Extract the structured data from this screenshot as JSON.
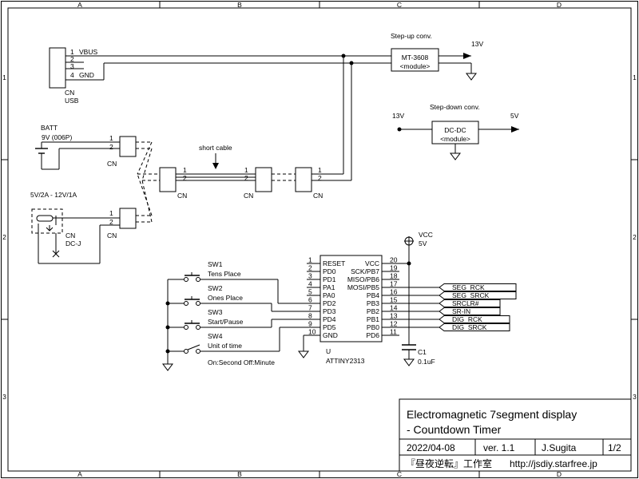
{
  "frame": {
    "top_cols": [
      "A",
      "B",
      "C",
      "D"
    ],
    "bottom_cols": [
      "A",
      "B",
      "C",
      "D"
    ],
    "left_rows": [
      "1",
      "2",
      "3"
    ],
    "right_rows": [
      "1",
      "2",
      "3"
    ]
  },
  "usb": {
    "pins": [
      "1",
      "2",
      "3",
      "4"
    ],
    "pin_labels": [
      "VBUS",
      "GND"
    ],
    "ref": "CN",
    "name": "USB"
  },
  "stepup": {
    "title": "Step-up conv.",
    "part": "MT-3608",
    "sub": "<module>",
    "out_label": "13V"
  },
  "stepdown": {
    "title": "Step-down conv.",
    "in_label": "13V",
    "part": "DC-DC",
    "sub": "<module>",
    "out_label": "5V"
  },
  "batt": {
    "label": "BATT",
    "voltage": "9V (006P)",
    "pins": [
      "1",
      "2"
    ],
    "ref": "CN"
  },
  "cable": {
    "label": "short cable",
    "pins": [
      "1",
      "2"
    ],
    "ref": "CN"
  },
  "dcjack": {
    "rating": "5V/2A - 12V/1A",
    "ref": "CN",
    "name": "DC-J",
    "pins": [
      "1",
      "2"
    ]
  },
  "switches": [
    {
      "ref": "SW1",
      "label": "Tens Place"
    },
    {
      "ref": "SW2",
      "label": "Ones Place"
    },
    {
      "ref": "SW3",
      "label": "Start/Pause"
    },
    {
      "ref": "SW4",
      "label": "Unit of time"
    }
  ],
  "sw4_note": "On:Second Off:Minute",
  "mcu": {
    "ref": "U",
    "part": "ATTINY2313",
    "left_pins": [
      {
        "num": "1",
        "name": "RESET"
      },
      {
        "num": "2",
        "name": "PD0"
      },
      {
        "num": "3",
        "name": "PD1"
      },
      {
        "num": "4",
        "name": "PA1"
      },
      {
        "num": "5",
        "name": "PA0"
      },
      {
        "num": "6",
        "name": "PD2"
      },
      {
        "num": "7",
        "name": "PD3"
      },
      {
        "num": "8",
        "name": "PD4"
      },
      {
        "num": "9",
        "name": "PD5"
      },
      {
        "num": "10",
        "name": "GND"
      }
    ],
    "right_pins": [
      {
        "num": "20",
        "name": "VCC"
      },
      {
        "num": "19",
        "name": "SCK/PB7"
      },
      {
        "num": "18",
        "name": "MISO/PB6"
      },
      {
        "num": "17",
        "name": "MOSI/PB5"
      },
      {
        "num": "16",
        "name": "PB4"
      },
      {
        "num": "15",
        "name": "PB3"
      },
      {
        "num": "14",
        "name": "PB2"
      },
      {
        "num": "13",
        "name": "PB1"
      },
      {
        "num": "12",
        "name": "PB0"
      },
      {
        "num": "11",
        "name": "PD6"
      }
    ]
  },
  "vcc": {
    "label": "VCC",
    "voltage": "5V"
  },
  "cap": {
    "ref": "C1",
    "value": "0.1uF"
  },
  "signals": [
    "SEG_RCK",
    "SEG_SRCK",
    "SRCLR#",
    "SR-IN",
    "DIG_RCK",
    "DIG_SRCK"
  ],
  "titleblock": {
    "title1": "Electromagnetic 7segment display",
    "title2": " - Countdown Timer",
    "date": "2022/04-08",
    "version": "ver. 1.1",
    "author": "J.Sugita",
    "sheet": "1/2",
    "org": "『昼夜逆転』工作室",
    "url": "http://jsdiy.starfree.jp"
  }
}
